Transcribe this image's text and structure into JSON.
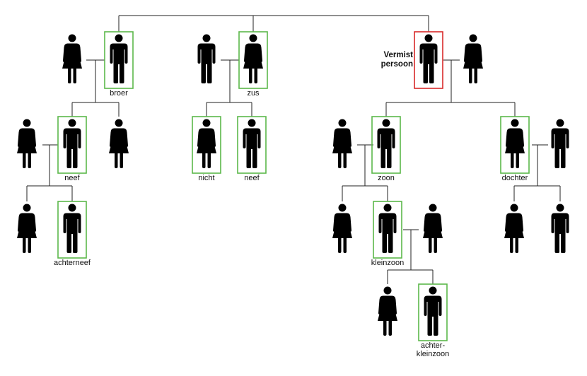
{
  "colors": {
    "line": "#222222",
    "figure": "#000000",
    "relative_frame": "#5cb84a",
    "missing_frame": "#d92a2a"
  },
  "labels": {
    "missing_person_line1": "Vermist",
    "missing_person_line2": "persoon",
    "brother": "broer",
    "sister": "zus",
    "nephew_left": "neef",
    "niece": "nicht",
    "nephew_mid": "neef",
    "great_nephew": "achterneef",
    "son": "zoon",
    "daughter": "dochter",
    "grandson": "kleinzoon",
    "great_grandson_line1": "achter-",
    "great_grandson_line2": "kleinzoon"
  },
  "people": [
    {
      "id": "p1",
      "gender": "female",
      "frame": "none"
    },
    {
      "id": "brother",
      "gender": "male",
      "frame": "relative",
      "label_keys": [
        "brother"
      ]
    },
    {
      "id": "p3",
      "gender": "male",
      "frame": "none"
    },
    {
      "id": "sister",
      "gender": "female",
      "frame": "relative",
      "label_keys": [
        "sister"
      ]
    },
    {
      "id": "missing",
      "gender": "male",
      "frame": "missing",
      "side_label_keys": [
        "missing_person_line1",
        "missing_person_line2"
      ]
    },
    {
      "id": "p6",
      "gender": "female",
      "frame": "none"
    },
    {
      "id": "p7",
      "gender": "female",
      "frame": "none"
    },
    {
      "id": "nephew_left",
      "gender": "male",
      "frame": "relative",
      "label_keys": [
        "nephew_left"
      ]
    },
    {
      "id": "p9",
      "gender": "female",
      "frame": "none"
    },
    {
      "id": "niece",
      "gender": "female",
      "frame": "relative",
      "label_keys": [
        "niece"
      ]
    },
    {
      "id": "nephew_mid",
      "gender": "male",
      "frame": "relative",
      "label_keys": [
        "nephew_mid"
      ]
    },
    {
      "id": "p12",
      "gender": "female",
      "frame": "none"
    },
    {
      "id": "son",
      "gender": "male",
      "frame": "relative",
      "label_keys": [
        "son"
      ]
    },
    {
      "id": "daughter",
      "gender": "female",
      "frame": "relative",
      "label_keys": [
        "daughter"
      ]
    },
    {
      "id": "p15",
      "gender": "male",
      "frame": "none"
    },
    {
      "id": "p16",
      "gender": "female",
      "frame": "none"
    },
    {
      "id": "great_nephew",
      "gender": "male",
      "frame": "relative",
      "label_keys": [
        "great_nephew"
      ]
    },
    {
      "id": "p18",
      "gender": "female",
      "frame": "none"
    },
    {
      "id": "grandson",
      "gender": "male",
      "frame": "relative",
      "label_keys": [
        "grandson"
      ]
    },
    {
      "id": "p20",
      "gender": "female",
      "frame": "none"
    },
    {
      "id": "p21",
      "gender": "female",
      "frame": "none"
    },
    {
      "id": "p22",
      "gender": "male",
      "frame": "none"
    },
    {
      "id": "p23",
      "gender": "female",
      "frame": "none"
    },
    {
      "id": "great_grandson",
      "gender": "male",
      "frame": "relative",
      "label_keys": [
        "great_grandson_line1",
        "great_grandson_line2"
      ]
    }
  ]
}
